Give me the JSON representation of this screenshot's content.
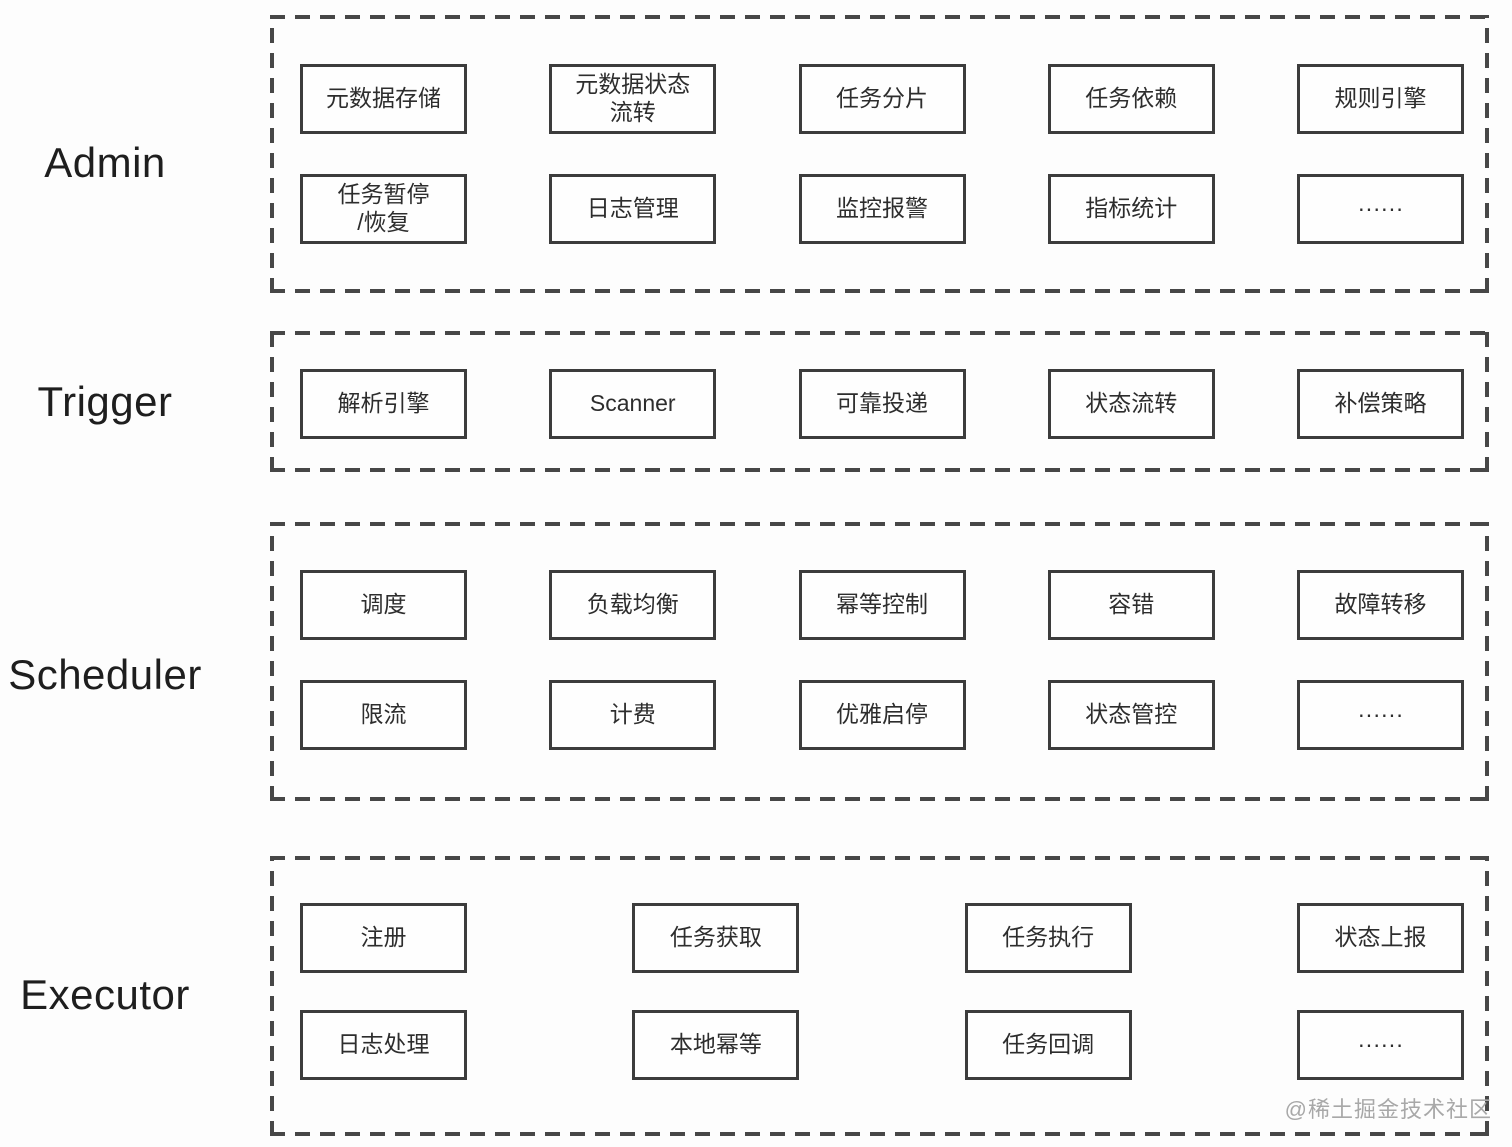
{
  "page": {
    "watermark": "@稀土掘金技术社区"
  },
  "sections": [
    {
      "id": "admin",
      "label": "Admin",
      "rows": [
        [
          "元数据存储",
          "元数据状态\n流转",
          "任务分片",
          "任务依赖",
          "规则引擎"
        ],
        [
          "任务暂停\n/恢复",
          "日志管理",
          "监控报警",
          "指标统计",
          "······"
        ]
      ]
    },
    {
      "id": "trigger",
      "label": "Trigger",
      "rows": [
        [
          "解析引擎",
          "Scanner",
          "可靠投递",
          "状态流转",
          "补偿策略"
        ]
      ]
    },
    {
      "id": "scheduler",
      "label": "Scheduler",
      "rows": [
        [
          "调度",
          "负载均衡",
          "幂等控制",
          "容错",
          "故障转移"
        ],
        [
          "限流",
          "计费",
          "优雅启停",
          "状态管控",
          "······"
        ]
      ]
    },
    {
      "id": "executor",
      "label": "Executor",
      "rows": [
        [
          "注册",
          "任务获取",
          "任务执行",
          "状态上报"
        ],
        [
          "日志处理",
          "本地幂等",
          "任务回调",
          "······"
        ]
      ]
    }
  ]
}
